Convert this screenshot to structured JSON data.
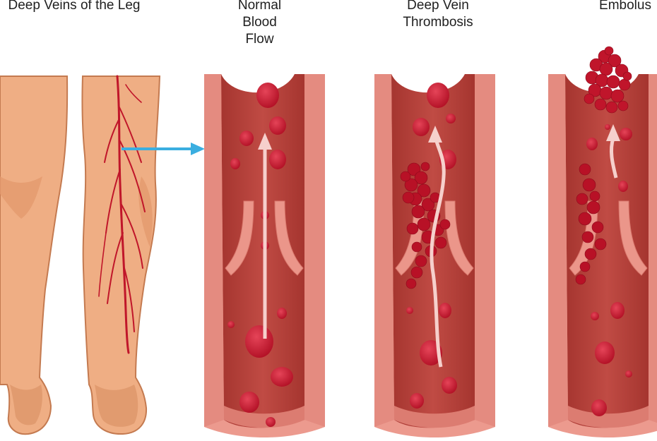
{
  "labels": {
    "deep_veins": "Deep Veins of the Leg",
    "normal_flow": [
      "Normal",
      "Blood",
      "Flow"
    ],
    "dvt": [
      "Deep Vein",
      "Thrombosis"
    ],
    "embolus": "Embolus"
  },
  "colors": {
    "skin": "#efae84",
    "skin_shadow": "#d98f63",
    "skin_outline": "#c47a50",
    "vein": "#c0162a",
    "vessel_wall": "#ec9a8e",
    "vessel_wall_dark": "#d9786d",
    "vessel_lumen": "#b5413b",
    "vessel_lumen_dark": "#9b2f2b",
    "blood_cell": "#c8142a",
    "blood_cell_light": "#e03444",
    "flow_arrow": "#f6d0cc",
    "pointer_arrow": "#3aaee0"
  }
}
